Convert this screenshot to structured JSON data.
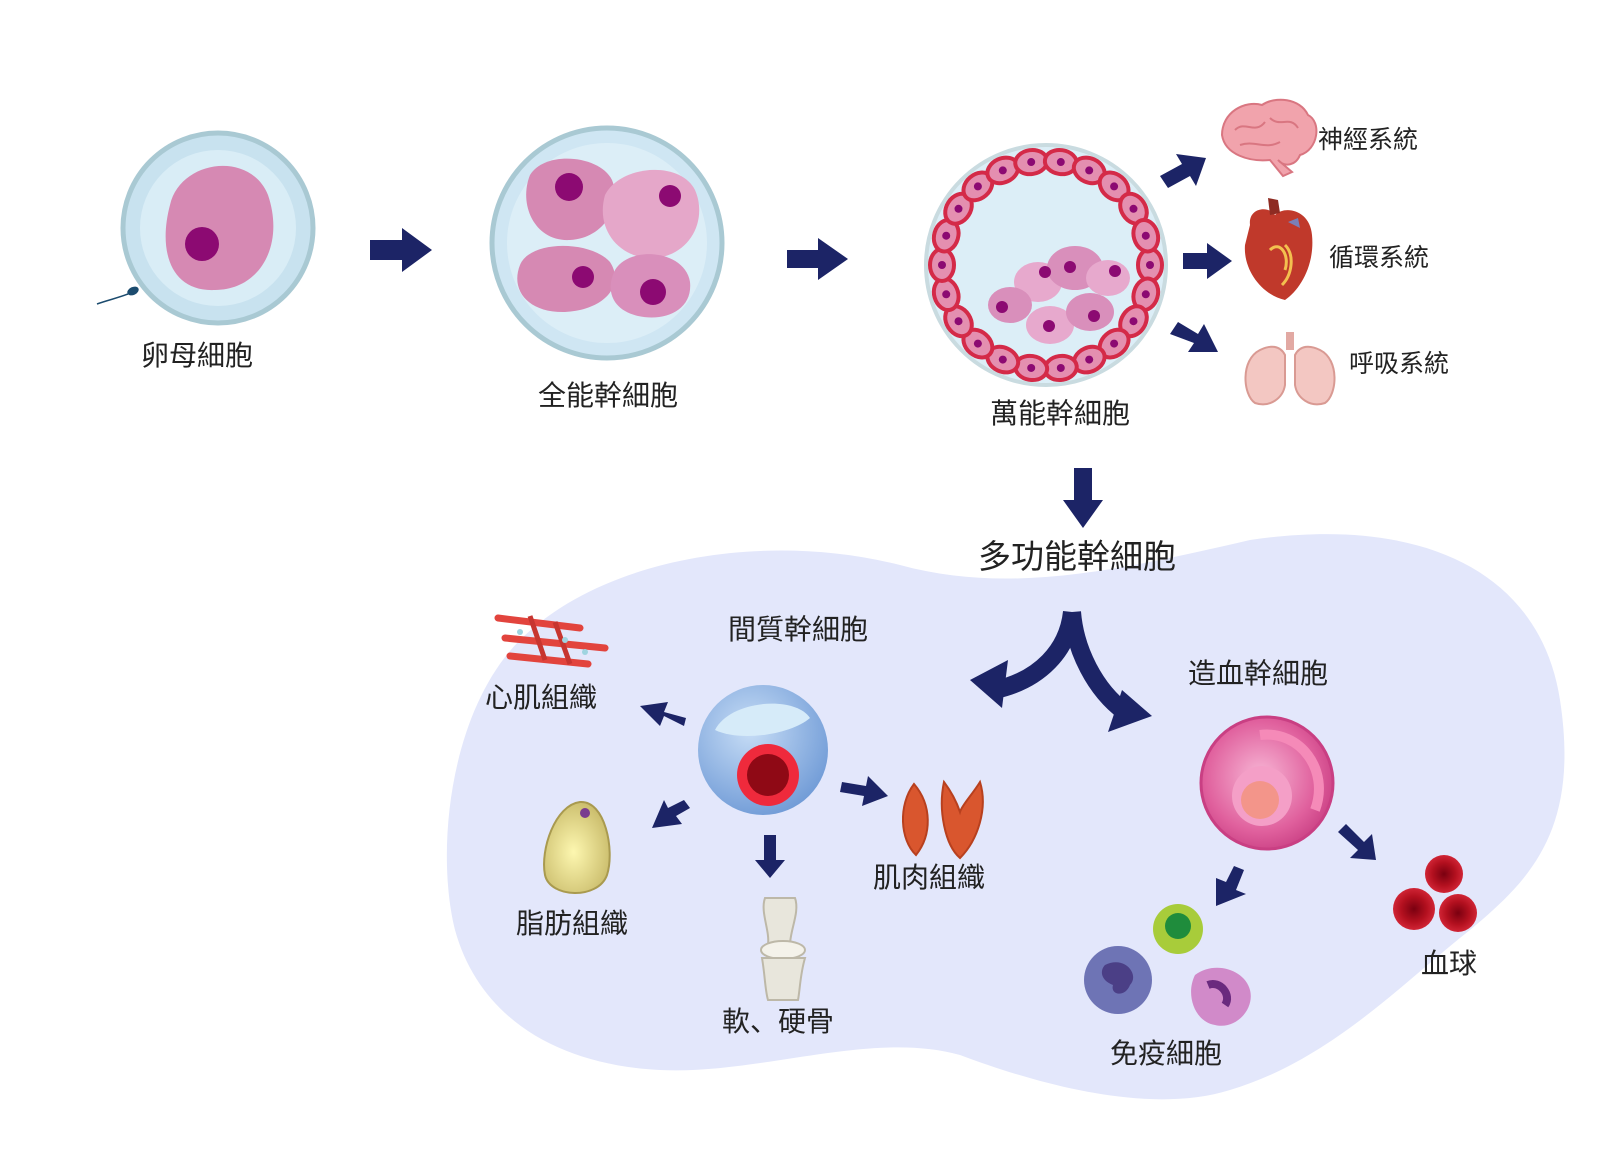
{
  "labels": {
    "oocyte": "卵母細胞",
    "totipotent": "全能幹細胞",
    "pluripotent": "萬能幹細胞",
    "nervous": "神經系統",
    "circulatory": "循環系統",
    "respiratory": "呼吸系統",
    "multipotent": "多功能幹細胞",
    "mesenchymal": "間質幹細胞",
    "hematopoietic": "造血幹細胞",
    "cardiac_muscle": "心肌組織",
    "adipose": "脂肪組織",
    "cartilage_bone": "軟、硬骨",
    "muscle": "肌肉組織",
    "immune": "免疫細胞",
    "blood": "血球"
  },
  "colors": {
    "arrow": "#1c2466",
    "region": "#e3e7fb",
    "cell_pink": "#d689b3",
    "nucleus": "#8c0a72",
    "blastomere_ring": "#d42a48"
  },
  "icons": {
    "brain": "brain-icon",
    "heart": "heart-icon",
    "lungs": "lungs-icon",
    "sperm": "sperm-icon"
  }
}
